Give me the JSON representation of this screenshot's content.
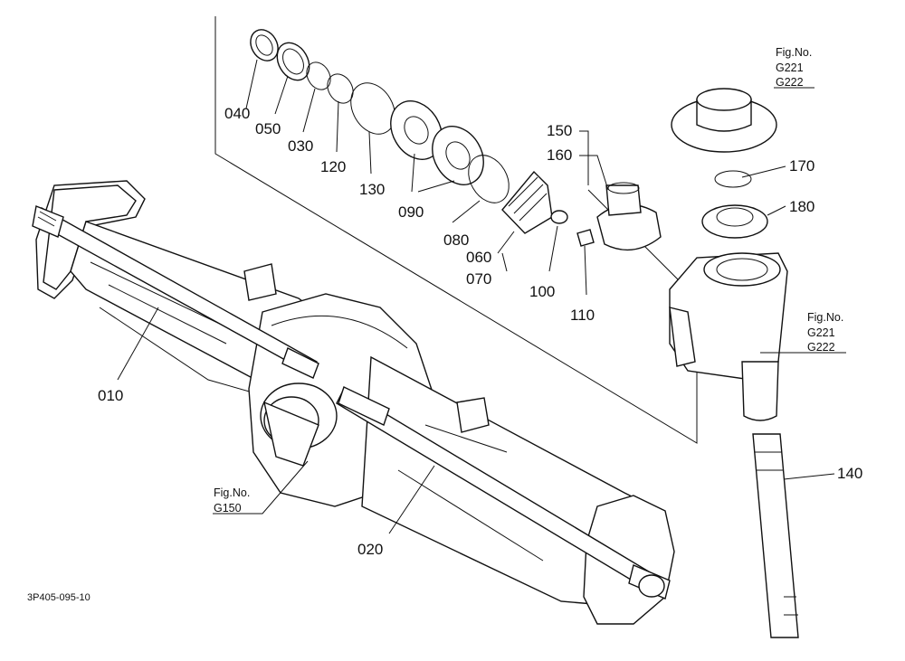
{
  "callouts": {
    "p010": "010",
    "p020": "020",
    "p030": "030",
    "p040": "040",
    "p050": "050",
    "p060": "060",
    "p070": "070",
    "p080": "080",
    "p090": "090",
    "p100": "100",
    "p110": "110",
    "p120": "120",
    "p130": "130",
    "p140": "140",
    "p150": "150",
    "p160": "160",
    "p170": "170",
    "p180": "180"
  },
  "fig_refs": {
    "cap": {
      "label": "Fig.No.",
      "line1": "G221",
      "line2": "G222"
    },
    "housing": {
      "label": "Fig.No.",
      "line1": "G221",
      "line2": "G222"
    },
    "axle": {
      "label": "Fig.No.",
      "line1": "G150"
    }
  },
  "diagram_code": "3P405-095-10",
  "colors": {
    "ink": "#111111",
    "paper": "#ffffff"
  }
}
